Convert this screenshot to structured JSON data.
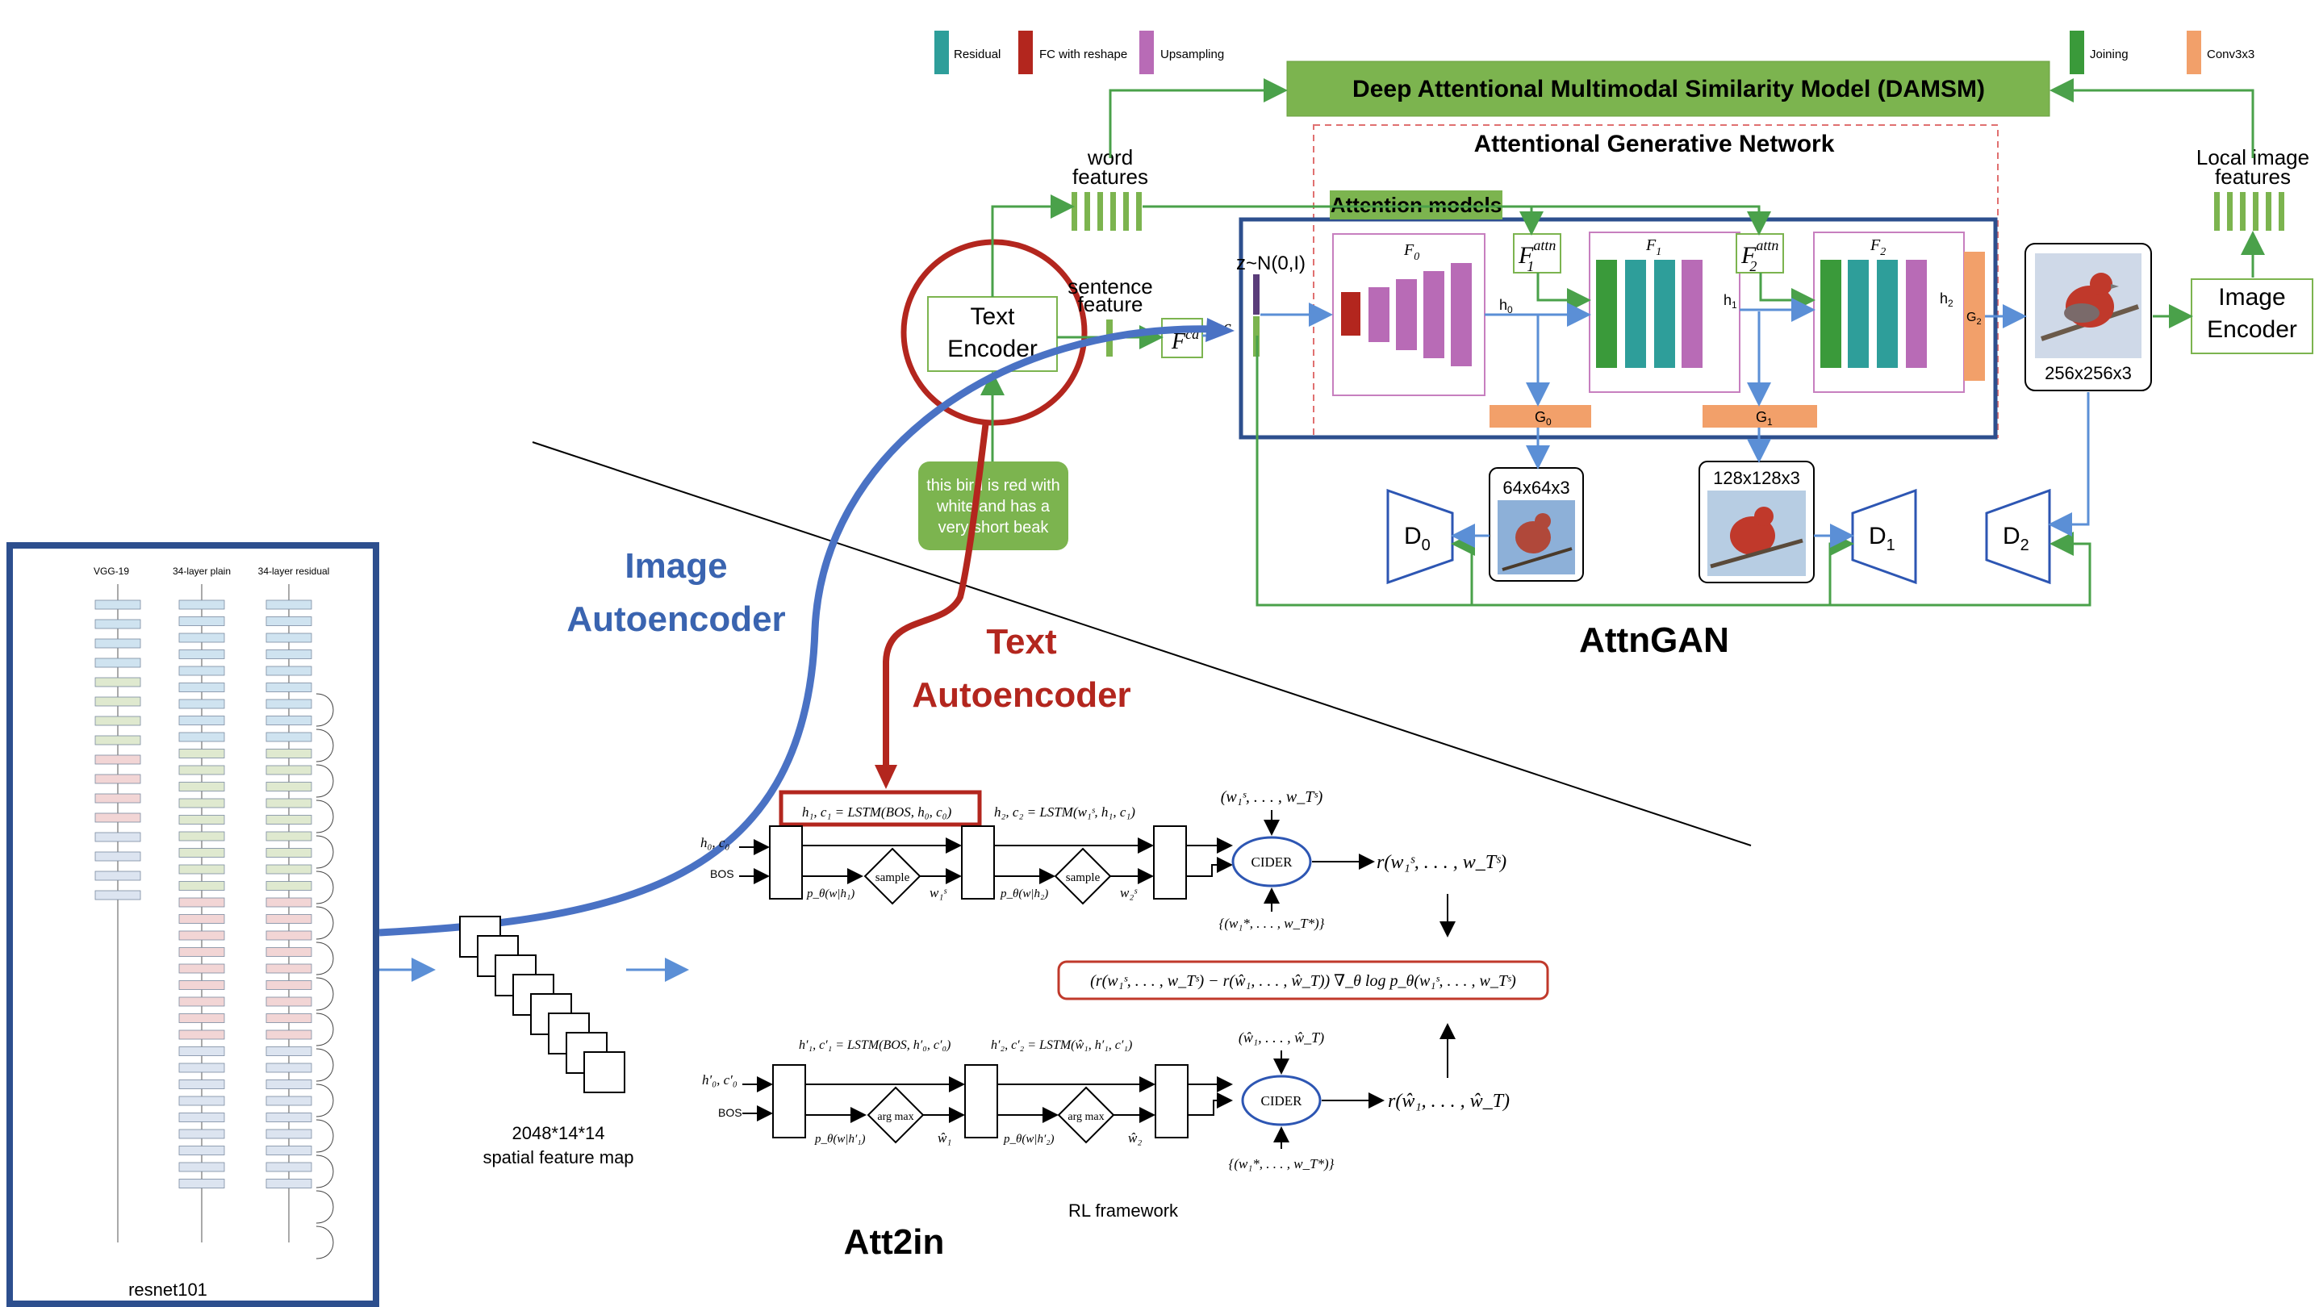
{
  "legend_left": [
    {
      "label": "Residual",
      "color": "#2e9e9a"
    },
    {
      "label": "FC with reshape",
      "color": "#b3261e"
    },
    {
      "label": "Upsampling",
      "color": "#b86bb6"
    }
  ],
  "legend_right": [
    {
      "label": "Joining",
      "color": "#3a9a3a"
    },
    {
      "label": "Conv3x3",
      "color": "#f2a06a"
    }
  ],
  "damsm": {
    "title": "Deep Attentional Multimodal Similarity Model (DAMSM)",
    "color": "#76b24a"
  },
  "attn_net": {
    "title": "Attentional Generative Network",
    "attention_models": "Attention models"
  },
  "text_encoder": {
    "line1": "Text",
    "line2": "Encoder"
  },
  "word_features": {
    "line1": "word",
    "line2": "features"
  },
  "sentence_feature": {
    "line1": "sentence",
    "line2": "feature"
  },
  "local_features": {
    "line1": "Local image",
    "line2": "features"
  },
  "image_encoder": {
    "line1": "Image",
    "line2": "Encoder"
  },
  "noise": "z~N(0,I)",
  "fca": "F",
  "fca_sup": "ca",
  "c_label": "c",
  "f0": "F",
  "f0_sub": "0",
  "f1": "F",
  "f1_sub": "1",
  "f2": "F",
  "f2_sub": "2",
  "f1attn": "F",
  "f1attn_sup": "attn",
  "f1attn_sub": "1",
  "f2attn": "F",
  "f2attn_sup": "attn",
  "f2attn_sub": "2",
  "h0": "h",
  "h0_sub": "0",
  "h1": "h",
  "h1_sub": "1",
  "h2": "h",
  "h2_sub": "2",
  "g0": "G",
  "g0_sub": "0",
  "g1": "G",
  "g1_sub": "1",
  "g2": "G",
  "g2_sub": "2",
  "caption": {
    "line1": "this bird is red with",
    "line2": "white and has a",
    "line3": "very short beak"
  },
  "res_256": "256x256x3",
  "res_64": "64x64x3",
  "res_128": "128x128x3",
  "d0": "D",
  "d0_sub": "0",
  "d1": "D",
  "d1_sub": "1",
  "d2": "D",
  "d2_sub": "2",
  "attngan_label": "AttnGAN",
  "image_autoencoder": {
    "line1": "Image",
    "line2": "Autoencoder"
  },
  "text_autoencoder": {
    "line1": "Text",
    "line2": "Autoencoder"
  },
  "resnet_label": "resnet101",
  "resnet_cols": [
    "VGG-19",
    "34-layer plain",
    "34-layer residual"
  ],
  "feature_map": {
    "line1": "2048*14*14",
    "line2": "spatial feature map"
  },
  "att2in_label": "Att2in",
  "rl_label": "RL framework",
  "rl": {
    "lstm1": "h₁, c₁ = LSTM(BOS, h₀, c₀)",
    "lstm2": "h₂, c₂ = LSTM(w₁ˢ, h₁, c₁)",
    "h0c0": "h₀, c₀",
    "bos": "BOS",
    "p1": "p_θ(w|h₁)",
    "p2": "p_θ(w|h₂)",
    "w1s": "w₁ˢ",
    "w2s": "w₂ˢ",
    "sample": "sample",
    "cider": "CIDER",
    "ws_set": "(w₁ˢ, . . . , w_Tˢ)",
    "wstar_set": "{(w₁*, . . . , w_T*)}",
    "reward": "r(w₁ˢ, . . . , w_Tˢ)",
    "gradient": "(r(w₁ˢ, . . . , w_Tˢ) − r(ŵ₁, . . . , ŵ_T)) ∇_θ log p_θ(w₁ˢ, . . . , w_Tˢ)",
    "lstm1b": "h′₁, c′₁ = LSTM(BOS, h′₀, c′₀)",
    "lstm2b": "h′₂, c′₂ = LSTM(ŵ₁, h′₁, c′₁)",
    "h0c0b": "h′₀, c′₀",
    "p1b": "p_θ(w|h′₁)",
    "p2b": "p_θ(w|h′₂)",
    "w1hat": "ŵ₁",
    "w2hat": "ŵ₂",
    "argmax": "arg max",
    "what_set": "(ŵ₁, . . . , ŵ_T)",
    "reward_hat": "r(ŵ₁, . . . , ŵ_T)"
  }
}
